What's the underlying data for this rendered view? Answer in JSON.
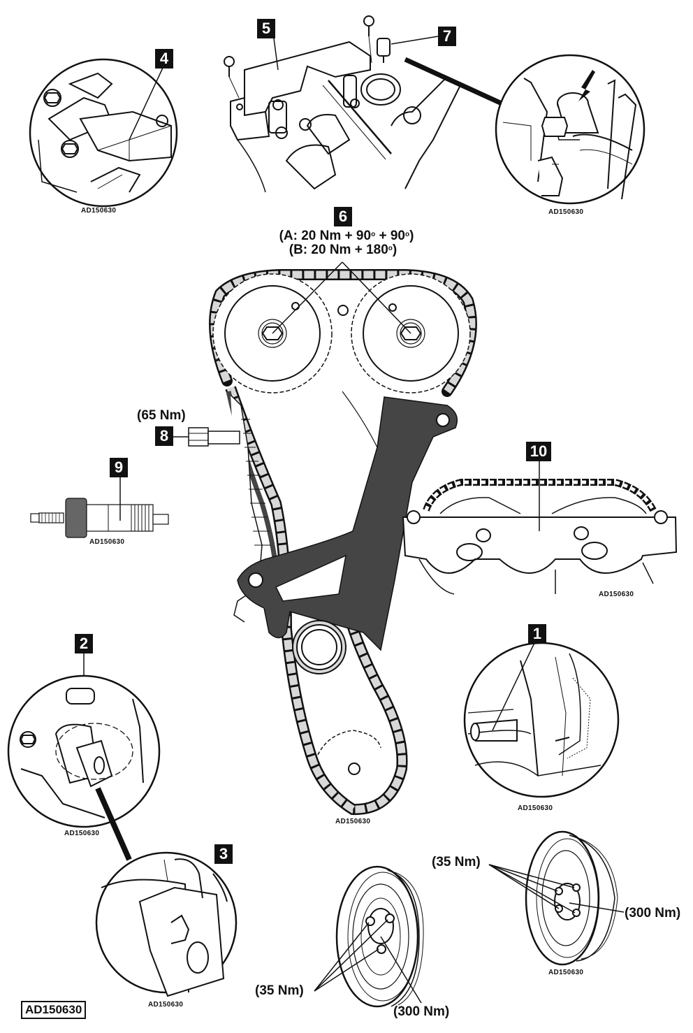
{
  "figure": {
    "reference_code": "AD150630",
    "colors": {
      "ink": "#111111",
      "chain_link": "#d8d8d8",
      "guide_rail": "#454545",
      "background": "#ffffff"
    }
  },
  "callouts": [
    {
      "id": "1",
      "label": "1",
      "subject": "crankshaft locking pin detail"
    },
    {
      "id": "2",
      "label": "2",
      "subject": "camshaft position detail"
    },
    {
      "id": "3",
      "label": "3",
      "subject": "camshaft slot close-up"
    },
    {
      "id": "4",
      "label": "4",
      "subject": "camshaft locking tool detail"
    },
    {
      "id": "5",
      "label": "5",
      "subject": "camshaft alignment tool"
    },
    {
      "id": "6",
      "label": "6",
      "subject": "camshaft sprocket bolts"
    },
    {
      "id": "7",
      "label": "7",
      "subject": "locating pin"
    },
    {
      "id": "8",
      "label": "8",
      "subject": "tensioner"
    },
    {
      "id": "9",
      "label": "9",
      "subject": "tensioner tool"
    },
    {
      "id": "10",
      "label": "10",
      "subject": "sprocket holding tool"
    }
  ],
  "torque_specs": {
    "sprocket_line_a": "(A: 20 Nm + 90",
    "sprocket_line_a_mid": " + 90",
    "sprocket_line_a_end": ")",
    "sprocket_line_b": "(B: 20 Nm + 180",
    "sprocket_line_b_end": ")",
    "degree_mark": "o",
    "tensioner": "(65 Nm)",
    "pulley_bolts_left": "(35 Nm)",
    "pulley_center_left": "(300 Nm)",
    "pulley_bolts_right": "(35 Nm)",
    "pulley_center_right": "(300 Nm)"
  },
  "ref_labels": {
    "detail_4": "AD150630",
    "detail_7": "AD150630",
    "tool_9": "AD150630",
    "tool_10": "AD150630",
    "detail_2": "AD150630",
    "detail_1": "AD150630",
    "chain_main": "AD150630",
    "detail_3": "AD150630",
    "pulley_right": "AD150630",
    "footer": "AD150630"
  }
}
